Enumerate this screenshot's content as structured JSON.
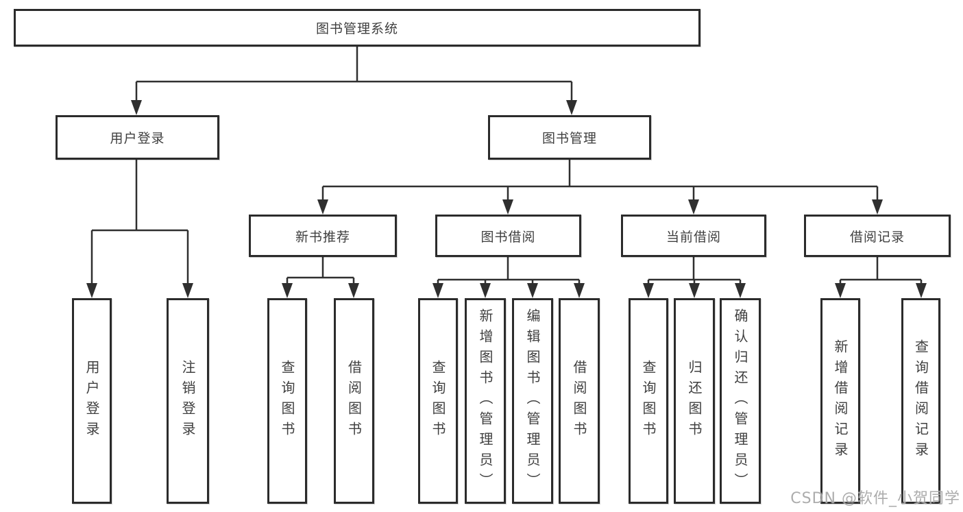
{
  "diagram": {
    "title": "图书管理系统",
    "root": {
      "label": "图书管理系统"
    },
    "level2": [
      "用户登录",
      "图书管理"
    ],
    "level3": [
      "新书推荐",
      "图书借阅",
      "当前借阅",
      "借阅记录"
    ],
    "leaves": [
      "用户登录",
      "注销登录",
      "查询图书",
      "借阅图书",
      "查询图书",
      "新增图书（管理员）",
      "编辑图书（管理员）",
      "借阅图书",
      "查询图书",
      "归还图书",
      "确认归还（管理员）",
      "新增借阅记录",
      "查询借阅记录"
    ],
    "hierarchy": {
      "图书管理系统": [
        "用户登录",
        "图书管理"
      ],
      "用户登录": [
        "用户登录",
        "注销登录"
      ],
      "图书管理": [
        "新书推荐",
        "图书借阅",
        "当前借阅",
        "借阅记录"
      ],
      "新书推荐": [
        "查询图书",
        "借阅图书"
      ],
      "图书借阅": [
        "查询图书",
        "新增图书（管理员）",
        "编辑图书（管理员）",
        "借阅图书"
      ],
      "当前借阅": [
        "查询图书",
        "归还图书",
        "确认归还（管理员）"
      ],
      "借阅记录": [
        "新增借阅记录",
        "查询借阅记录"
      ]
    }
  },
  "watermark": {
    "text": "CSDN @软件_小贺同学"
  },
  "colors": {
    "line": "#2f2f2f",
    "box_border": "#2b2b2b",
    "box_fill": "#ffffff",
    "text": "#3f3f3f",
    "watermark": "#a5a5a5",
    "background": "#ffffff"
  }
}
